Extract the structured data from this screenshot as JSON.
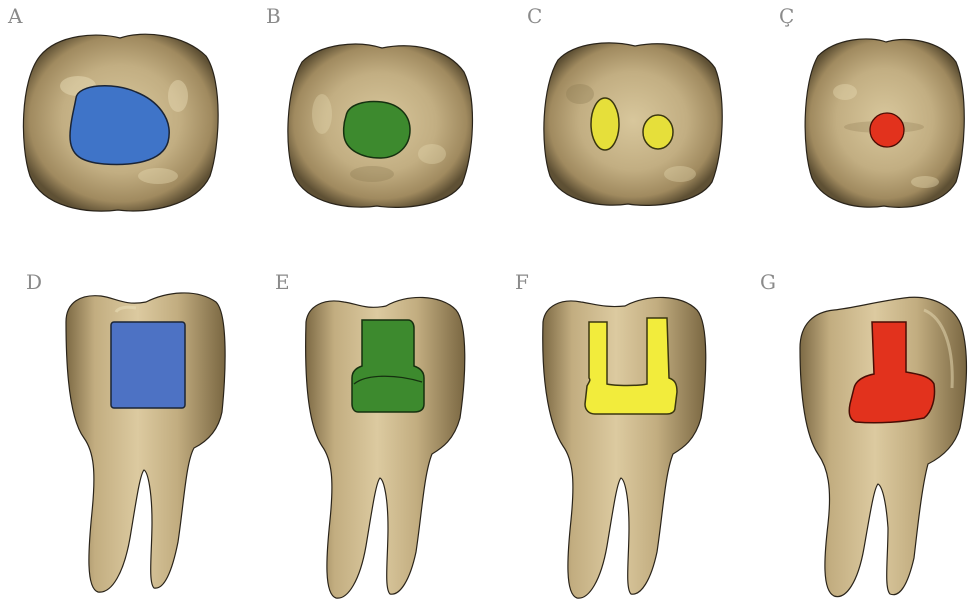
{
  "labels": {
    "a": "A",
    "b": "B",
    "c": "C",
    "cc": "Ç",
    "d": "D",
    "e": "E",
    "f": "F",
    "g": "G"
  },
  "colors": {
    "tooth": "#b9a47a",
    "tooth_light": "#e7d9b0",
    "tooth_dark": "#6b5b3e",
    "blue": "#3f74c8",
    "blue_side": "#4d72c4",
    "green": "#3d8a2e",
    "yellow": "#f2ec3c",
    "yellow_top": "#e6df3a",
    "red": "#e2321d"
  }
}
